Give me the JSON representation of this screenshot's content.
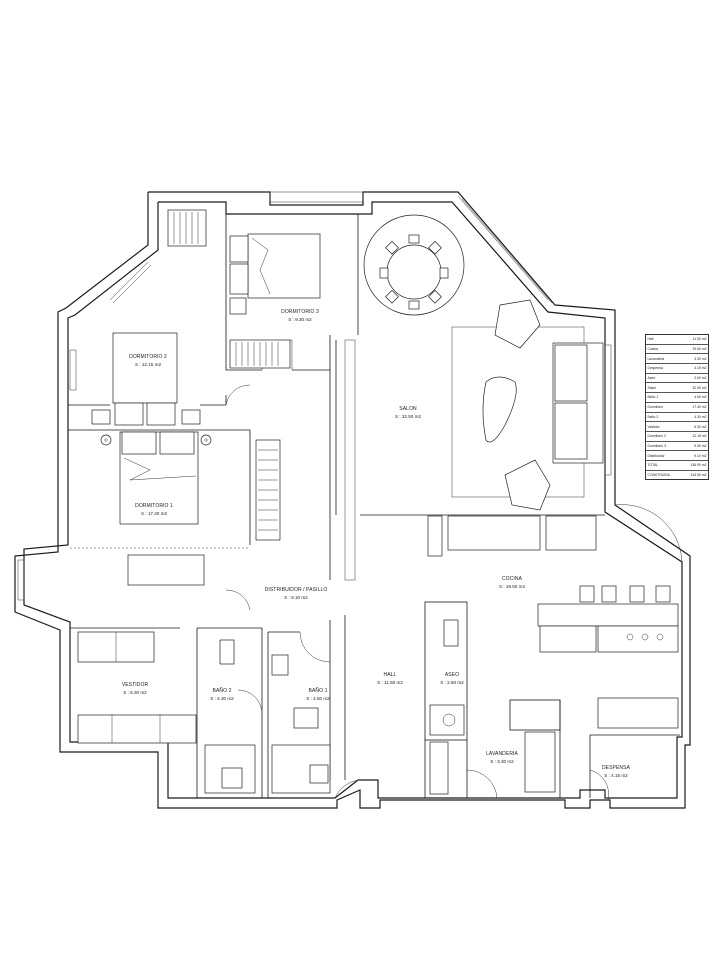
{
  "rooms": {
    "dormitorio3": {
      "name": "DORMITORIO 3",
      "area": "S : 9.30 m2"
    },
    "dormitorio2": {
      "name": "DORMITORIO 2",
      "area": "S : 12.15 m2"
    },
    "dormitorio1": {
      "name": "DORMITORIO 1",
      "area": "S : 17.40 m2"
    },
    "salon": {
      "name": "SALON",
      "area": "S : 32.50 m2"
    },
    "distribuidor": {
      "name": "DISTRIBUIDOR / PASILLO",
      "area": "S : 9.10 m2"
    },
    "cocina": {
      "name": "COCINA",
      "area": "S : 19.50 m2"
    },
    "vestidor": {
      "name": "VESTIDOR",
      "area": "S : 6.30 m2"
    },
    "bano2": {
      "name": "BAÑO 2",
      "area": "S : 4.30 m2"
    },
    "bano1": {
      "name": "BAÑO 1",
      "area": "S : 4.50 m2"
    },
    "hall": {
      "name": "HALL",
      "area": "S : 11.50 m2"
    },
    "aseo": {
      "name": "ASEO",
      "area": "S : 2.60 m2"
    },
    "lavanderia": {
      "name": "LAVANDERIA",
      "area": "S : 3.30 m2"
    },
    "despensa": {
      "name": "DESPENSA",
      "area": "S : 4.15 m2"
    }
  },
  "legend": [
    {
      "label": "Hall",
      "value": "11.50 m2"
    },
    {
      "label": "Cocina",
      "value": "19.50 m2"
    },
    {
      "label": "Lavanderia",
      "value": "3.30 m2"
    },
    {
      "label": "Despensa",
      "value": "4.15 m2"
    },
    {
      "label": "Aseo",
      "value": "2.60 m2"
    },
    {
      "label": "Salon",
      "value": "32.50 m2"
    },
    {
      "label": "Baño 1",
      "value": "4.50 m2"
    },
    {
      "label": "Dormitorio",
      "value": "17.40 m2"
    },
    {
      "label": "Baño 2",
      "value": "4.30 m2"
    },
    {
      "label": "Vestidor",
      "value": "6.30 m2"
    },
    {
      "label": "Dormitorio 2",
      "value": "12.15 m2"
    },
    {
      "label": "Dormitorio 3",
      "value": "9.30 m2"
    },
    {
      "label": "Distribuidor",
      "value": "9.10 m2"
    },
    {
      "label": "TOTAL",
      "value": "136.90 m2"
    },
    {
      "label": "CONSTRUIDA",
      "value": "143.50 m2"
    }
  ]
}
